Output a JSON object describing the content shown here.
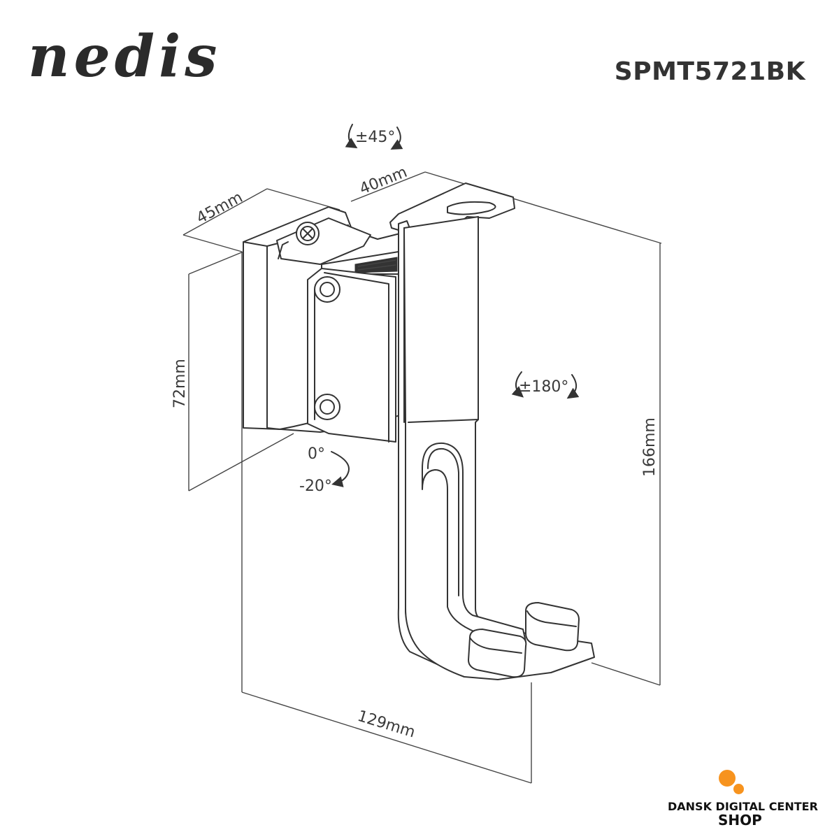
{
  "header": {
    "brand": "nedis",
    "model": "SPMT5721BK"
  },
  "dimensions": {
    "top_depth": "45mm",
    "top_width": "40mm",
    "side_height": "72mm",
    "total_height": "166mm",
    "total_depth": "129mm"
  },
  "rotations": {
    "swivel": "±45°",
    "rotate": "±180°",
    "tilt_max": "0°",
    "tilt_min": "-20°"
  },
  "footer": {
    "shop_name_line1": "DANSK DIGITAL CENTER",
    "shop_name_line2": "SHOP",
    "accent_color": "#f7931e"
  }
}
